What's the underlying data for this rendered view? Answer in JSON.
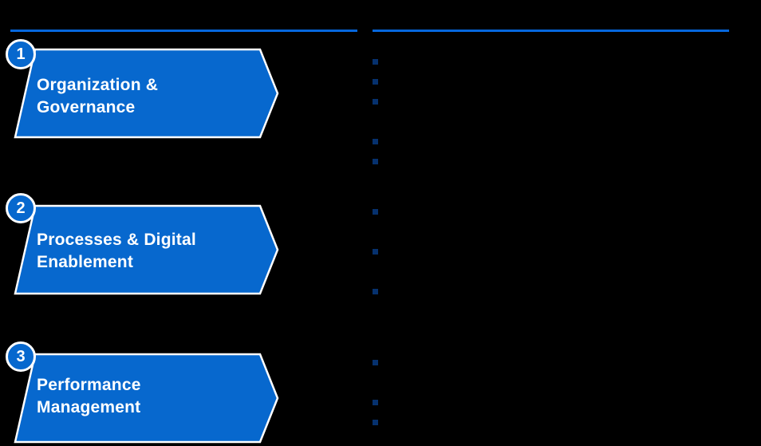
{
  "colors": {
    "background": "#000000",
    "shape_blue": "#0768CE",
    "divider_blue": "#0667DD",
    "bullet_navy": "#06316E",
    "text_white": "#FFFFFF"
  },
  "process_steps": [
    {
      "number": "1",
      "label": [
        "Organization &",
        "Governance"
      ]
    },
    {
      "number": "2",
      "label": [
        "Processes & Digital",
        "Enablement"
      ]
    },
    {
      "number": "3",
      "label": [
        "Performance",
        "Management"
      ]
    }
  ],
  "detail_column": {
    "bullet_groups": [
      {
        "marker_count": 5,
        "items": [
          "",
          "",
          "",
          "",
          ""
        ]
      },
      {
        "marker_count": 3,
        "items": [
          "",
          "",
          ""
        ]
      },
      {
        "marker_count": 3,
        "items": [
          "",
          "",
          ""
        ]
      }
    ]
  }
}
